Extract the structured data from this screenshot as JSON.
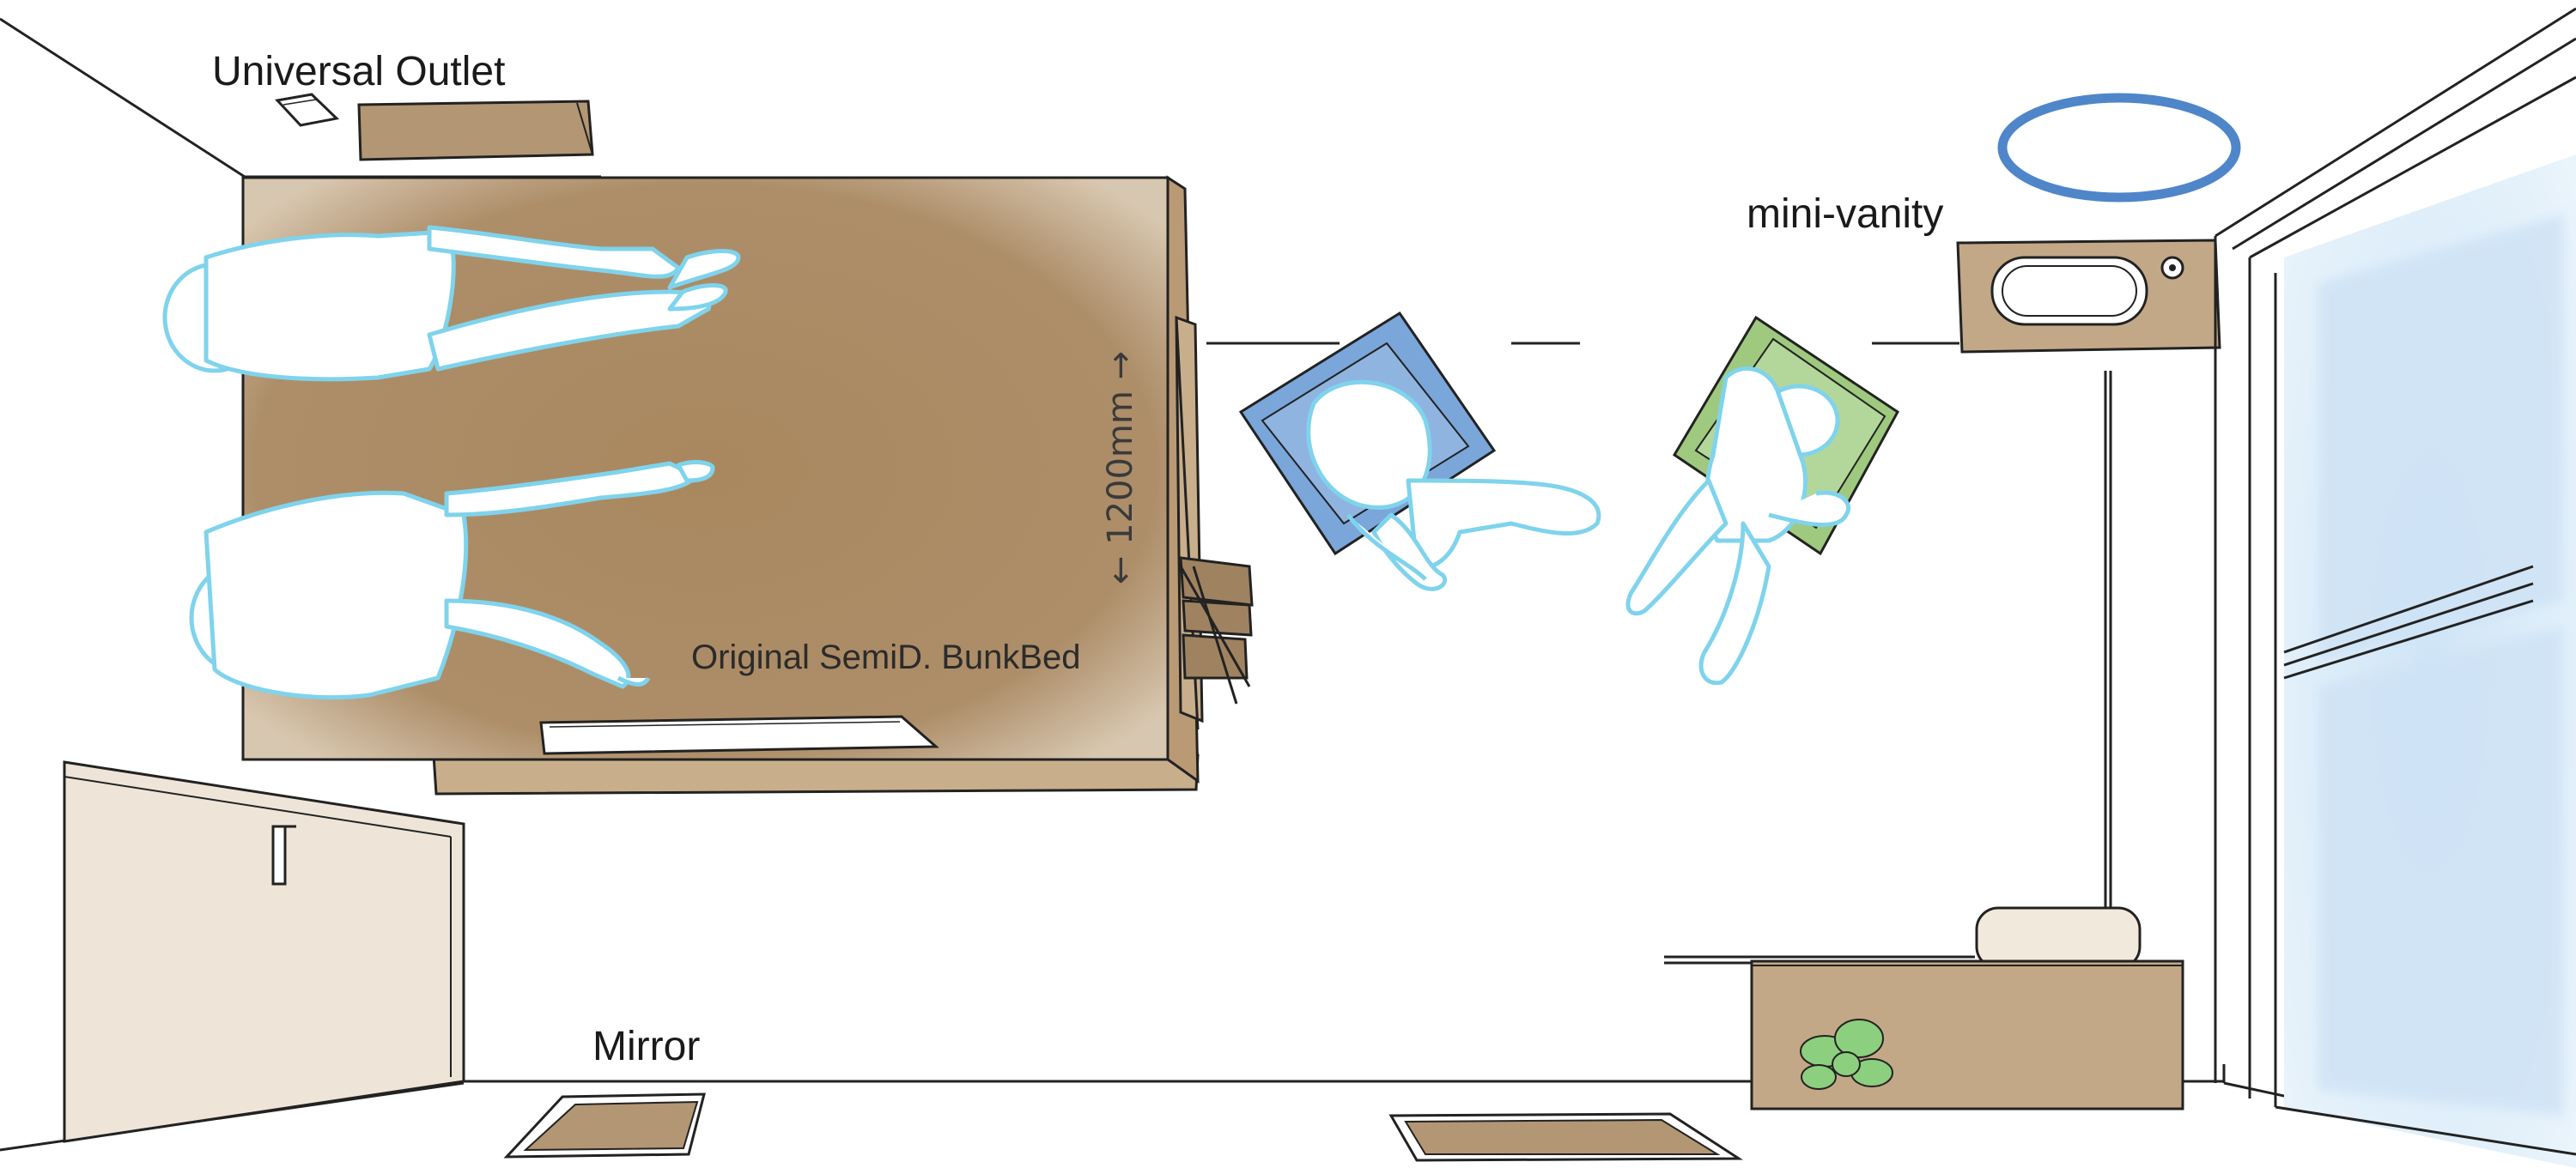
{
  "labels": {
    "universal_outlet": "Universal Outlet",
    "mini_vanity": "mini-vanity",
    "mirror": "Mirror",
    "bunk_bed": "Original SemiD. BunkBed",
    "bed_width": "← 1200mm →"
  },
  "colors": {
    "bed_brown": "#a98a66",
    "bed_edge": "#8f7050",
    "furniture_tan": "#c9b396",
    "figure_outline": "#7fd3ec",
    "chair_blue": "#7aa6da",
    "chair_green": "#9fc97f",
    "ring_blue": "#4f86c9",
    "window_blue": "#d8ebf8",
    "wardrobe_beige": "#efe6d9",
    "line": "#222222"
  }
}
